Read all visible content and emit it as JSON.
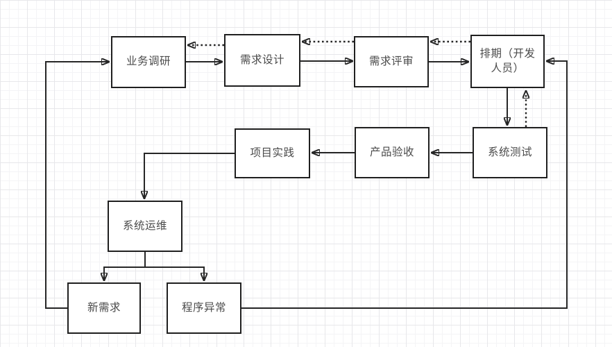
{
  "diagram": {
    "type": "flowchart",
    "nodes": [
      {
        "id": "business-research",
        "label": "业务调研"
      },
      {
        "id": "requirements-design",
        "label": "需求设计"
      },
      {
        "id": "requirements-review",
        "label": "需求评审"
      },
      {
        "id": "scheduling-dev",
        "label": "排期（开发人员）"
      },
      {
        "id": "system-testing",
        "label": "系统测试"
      },
      {
        "id": "product-acceptance",
        "label": "产品验收"
      },
      {
        "id": "project-practice",
        "label": "项目实践"
      },
      {
        "id": "system-operations",
        "label": "系统运维"
      },
      {
        "id": "new-requirements",
        "label": "新需求"
      },
      {
        "id": "program-exception",
        "label": "程序异常"
      }
    ],
    "edges": [
      {
        "from": "业务调研",
        "to": "需求设计",
        "style": "solid"
      },
      {
        "from": "需求设计",
        "to": "需求评审",
        "style": "solid"
      },
      {
        "from": "需求评审",
        "to": "排期（开发人员）",
        "style": "solid"
      },
      {
        "from": "需求设计",
        "to": "业务调研",
        "style": "dotted"
      },
      {
        "from": "需求评审",
        "to": "需求设计",
        "style": "dotted"
      },
      {
        "from": "排期（开发人员）",
        "to": "需求评审",
        "style": "dotted"
      },
      {
        "from": "排期（开发人员）",
        "to": "系统测试",
        "style": "solid"
      },
      {
        "from": "系统测试",
        "to": "排期（开发人员）",
        "style": "dotted"
      },
      {
        "from": "系统测试",
        "to": "产品验收",
        "style": "solid"
      },
      {
        "from": "产品验收",
        "to": "项目实践",
        "style": "solid"
      },
      {
        "from": "项目实践",
        "to": "系统运维",
        "style": "solid"
      },
      {
        "from": "系统运维",
        "to": "新需求",
        "style": "solid"
      },
      {
        "from": "系统运维",
        "to": "程序异常",
        "style": "solid"
      },
      {
        "from": "新需求",
        "to": "业务调研",
        "style": "solid"
      },
      {
        "from": "程序异常",
        "to": "排期（开发人员）",
        "style": "solid"
      }
    ],
    "colors": {
      "background": "#ffffff",
      "grid_minor": "#f4f4f6",
      "grid_major": "#e7e7ea",
      "line": "#262626",
      "node_border": "#1f1f1f",
      "node_fill": "#ffffff",
      "text": "#4a4a4a"
    }
  }
}
